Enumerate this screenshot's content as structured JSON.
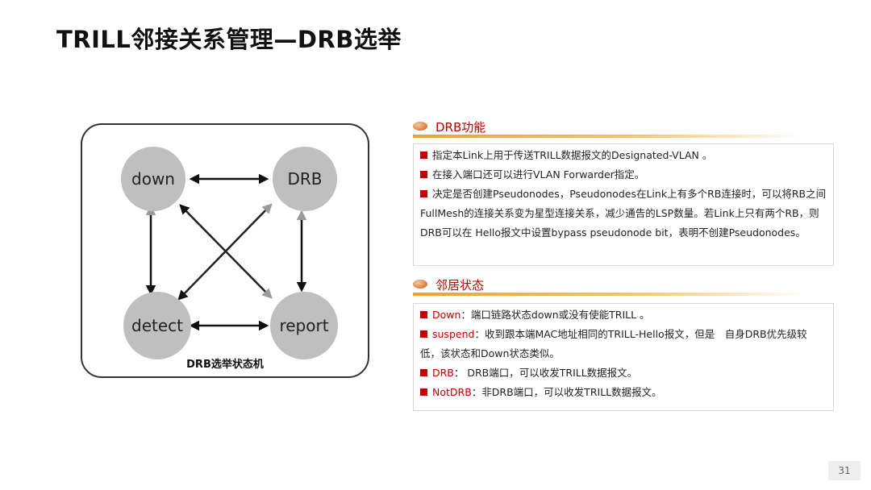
{
  "title": "TRILL邻接关系管理—DRB选举",
  "diagram": {
    "states": [
      "down",
      "DRB",
      "detect",
      "report"
    ],
    "caption": "DRB选举状态机"
  },
  "drb_function": {
    "header": "DRB功能",
    "items": [
      "指定本Link上用于传送TRILL数据报文的Designated-VLAN 。",
      "在接入端口还可以进行VLAN Forwarder指定。",
      "决定是否创建Pseudonodes，Pseudonodes在Link上有多个RB连接时，可以将RB之间FullMesh的连接关系变为星型连接关系，减少通告的LSP数量。若Link上只有两个RB，则DRB可以在 Hello报文中设置bypass pseudonode bit，表明不创建Pseudonodes。"
    ]
  },
  "neighbor_state": {
    "header": "邻居状态",
    "items": [
      {
        "term": "Down",
        "desc": "：端口链路状态down或没有使能TRILL 。"
      },
      {
        "term": "suspend",
        "desc": "：收到跟本端MAC地址相同的TRILL-Hello报文，但是　自身DRB优先级较低，该状态和Down状态类似。"
      },
      {
        "term": "DRB",
        "desc": "：  DRB端口，可以收发TRILL数据报文。"
      },
      {
        "term": "NotDRB",
        "desc": "：非DRB端口，可以收发TRILL数据报文。"
      }
    ]
  },
  "page_number": "31",
  "colors": {
    "accent_red": "#c00000",
    "header_line": "#e6a23c",
    "node_fill": "#bfbfbf"
  }
}
